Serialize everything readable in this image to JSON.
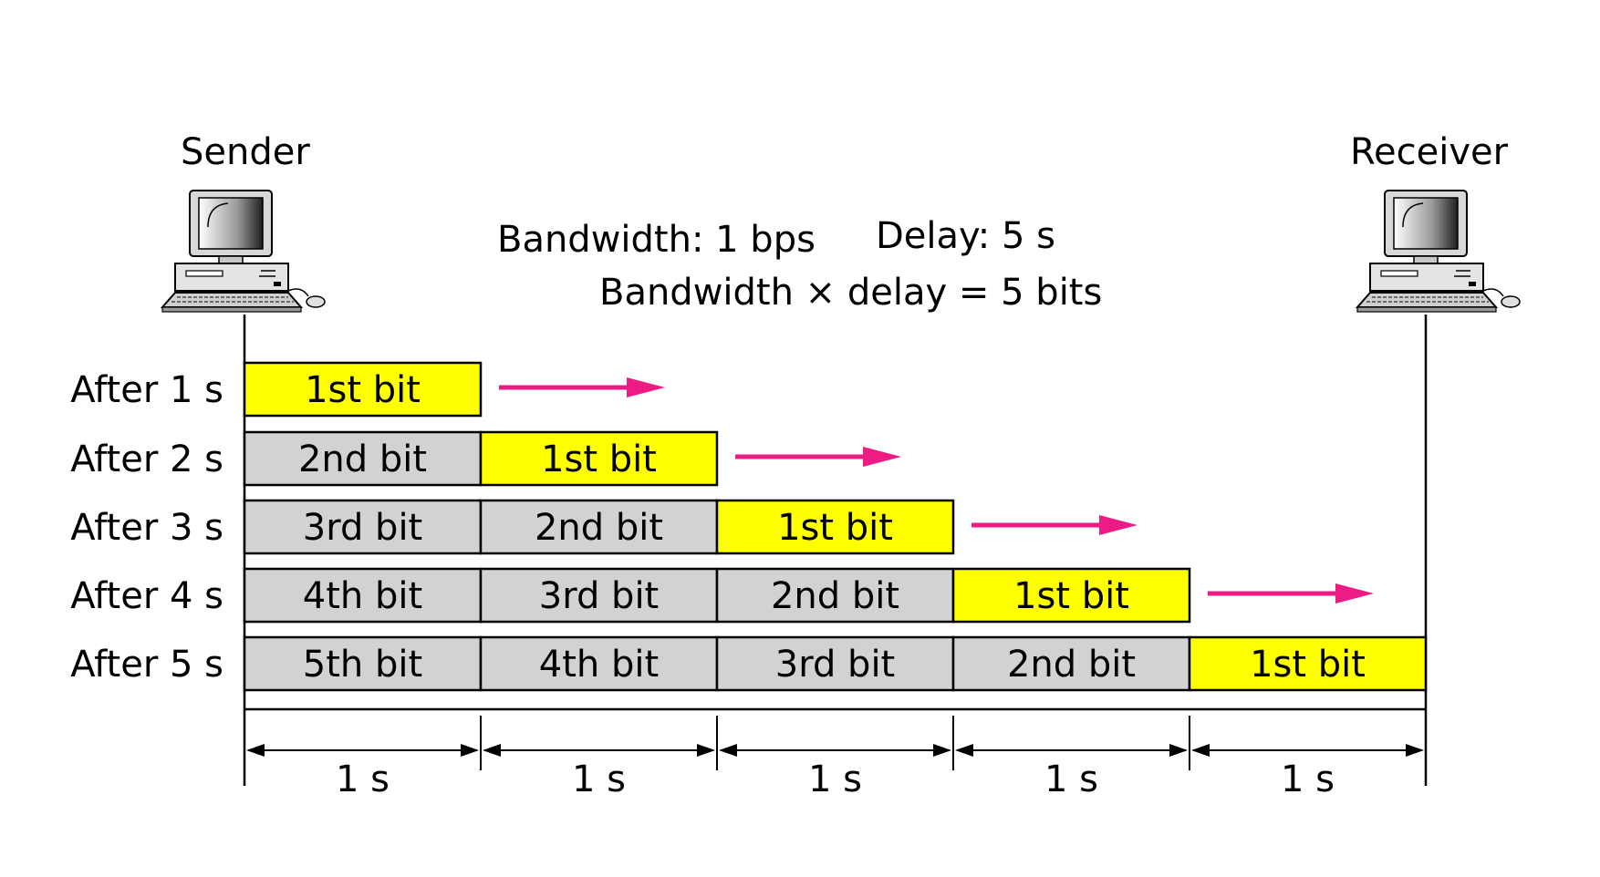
{
  "header": {
    "sender_label": "Sender",
    "receiver_label": "Receiver",
    "bandwidth": "Bandwidth: 1 bps",
    "delay": "Delay: 5 s",
    "product": "Bandwidth × delay = 5 bits"
  },
  "rows": [
    {
      "label": "After 1 s",
      "bits": [
        "1st bit"
      ]
    },
    {
      "label": "After 2 s",
      "bits": [
        "2nd bit",
        "1st bit"
      ]
    },
    {
      "label": "After 3 s",
      "bits": [
        "3rd bit",
        "2nd bit",
        "1st bit"
      ]
    },
    {
      "label": "After 4 s",
      "bits": [
        "4th bit",
        "3rd bit",
        "2nd bit",
        "1st bit"
      ]
    },
    {
      "label": "After 5 s",
      "bits": [
        "5th bit",
        "4th bit",
        "3rd bit",
        "2nd bit",
        "1st bit"
      ]
    }
  ],
  "time_segments": [
    "1 s",
    "1 s",
    "1 s",
    "1 s",
    "1 s"
  ],
  "colors": {
    "leading_bit": "#ffff00",
    "trailing_bit": "#d2d2d2",
    "arrow": "#ec1c84",
    "stroke": "#000000"
  },
  "icons": {
    "sender": "desktop-computer-icon",
    "receiver": "desktop-computer-icon",
    "direction": "right-arrow-icon"
  }
}
